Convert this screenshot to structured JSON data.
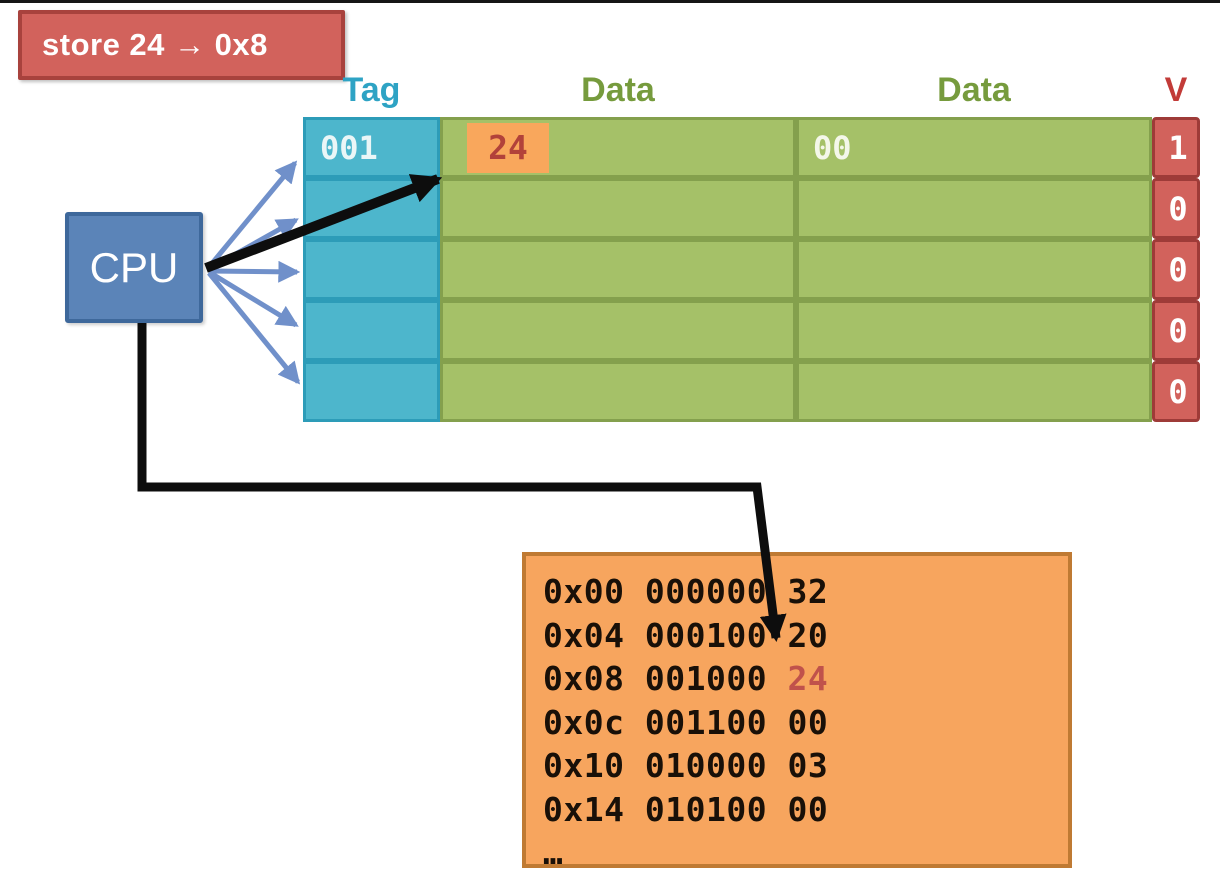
{
  "instruction": {
    "label": "store 24 → 0x8"
  },
  "cpu": {
    "label": "CPU"
  },
  "cache": {
    "headers": [
      {
        "label": "Tag"
      },
      {
        "label": "Data"
      },
      {
        "label": "Data"
      },
      {
        "label": "V"
      }
    ],
    "rows": [
      {
        "tag": "001",
        "data1": "24",
        "data1_highlighted": true,
        "data2": "00",
        "valid": "1"
      },
      {
        "tag": "",
        "data1": "",
        "data1_highlighted": false,
        "data2": "",
        "valid": "0"
      },
      {
        "tag": "",
        "data1": "",
        "data1_highlighted": false,
        "data2": "",
        "valid": "0"
      },
      {
        "tag": "",
        "data1": "",
        "data1_highlighted": false,
        "data2": "",
        "valid": "0"
      },
      {
        "tag": "",
        "data1": "",
        "data1_highlighted": false,
        "data2": "",
        "valid": "0"
      }
    ]
  },
  "memory": {
    "rows": [
      {
        "address": "0x00",
        "binary": "000000",
        "value": "32",
        "value_highlighted": false
      },
      {
        "address": "0x04",
        "binary": "000100",
        "value": "20",
        "value_highlighted": false
      },
      {
        "address": "0x08",
        "binary": "001000",
        "value": "24",
        "value_highlighted": true
      },
      {
        "address": "0x0c",
        "binary": "001100",
        "value": "00",
        "value_highlighted": false
      },
      {
        "address": "0x10",
        "binary": "010000",
        "value": "03",
        "value_highlighted": false
      },
      {
        "address": "0x14",
        "binary": "010100",
        "value": "00",
        "value_highlighted": false
      }
    ],
    "ellipsis": "…"
  },
  "colors": {
    "instruction_fill": "#d2625c",
    "instruction_border": "#a8423d",
    "tag_fill": "#4db6cc",
    "tag_border": "#2d9cb8",
    "tag_header_text": "#2ea3c4",
    "data_fill": "#a5c168",
    "data_border": "#84a04d",
    "data_header_text": "#769b3d",
    "valid_fill": "#d2625c",
    "valid_border": "#9e3b38",
    "valid_header_text": "#c23b38",
    "cpu_fill": "#5b84b8",
    "cpu_border": "#3e689b",
    "memory_fill": "#f7a55e",
    "memory_border": "#bf7a33",
    "highlight_chip_fill": "#f9a75c",
    "highlight_value_text": "#b2423a",
    "fan_arrow_blue": "#7090ca",
    "bold_arrow_black": "#0d0d0d"
  }
}
